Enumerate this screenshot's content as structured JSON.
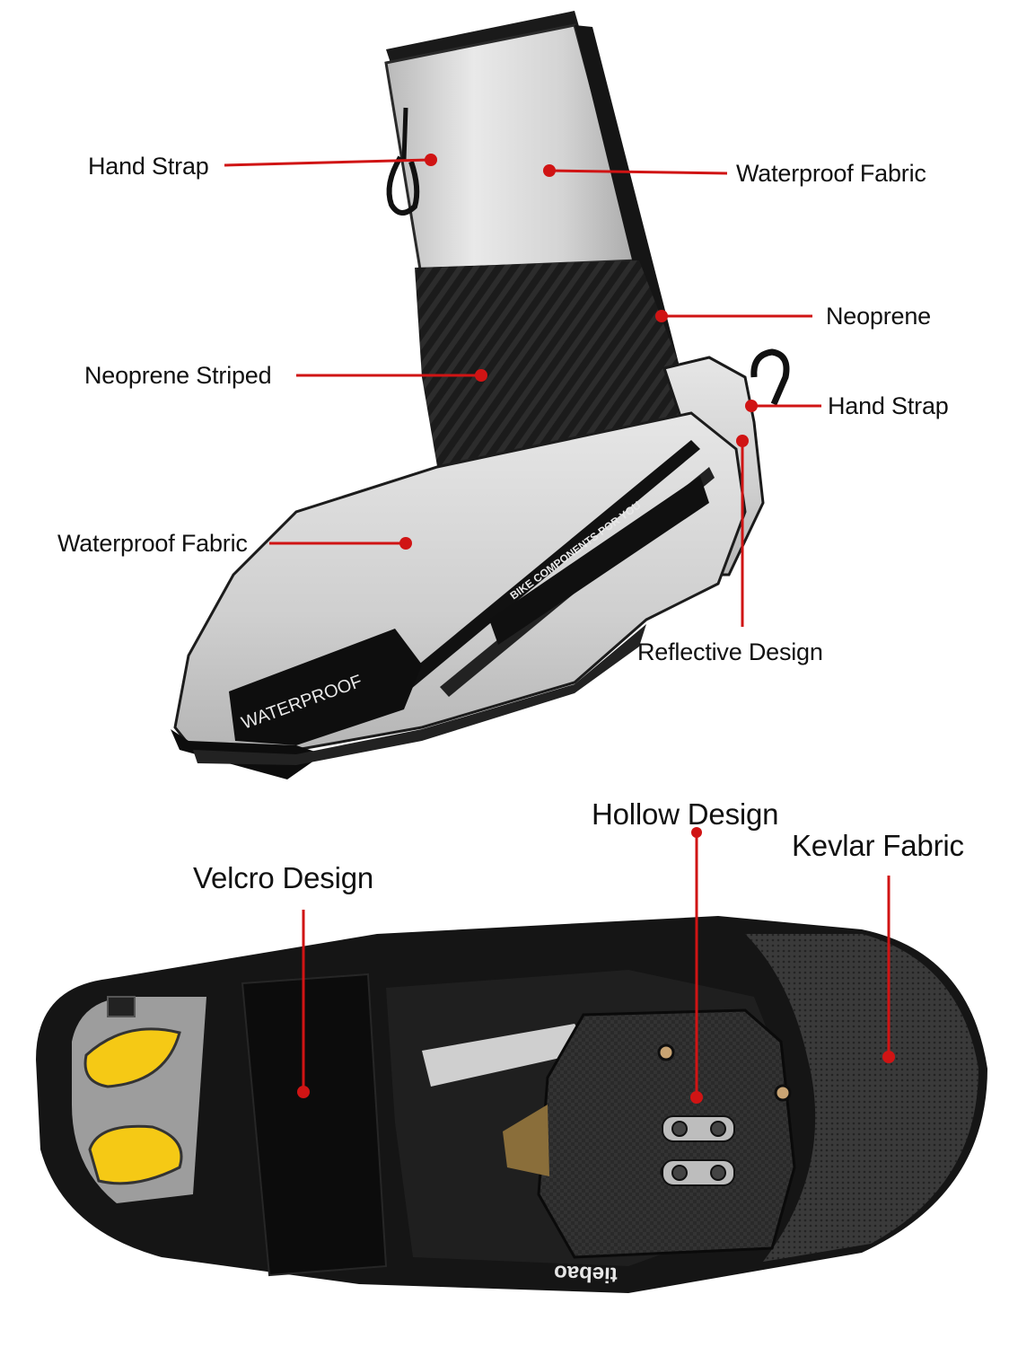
{
  "colors": {
    "callout": "#d01414",
    "label_text": "#111111",
    "background": "#ffffff"
  },
  "labels": {
    "hand_strap_top": "Hand Strap",
    "waterproof_fabric_top": "Waterproof Fabric",
    "neoprene": "Neoprene",
    "neoprene_striped": "Neoprene Striped",
    "hand_strap_heel": "Hand Strap",
    "waterproof_fabric_toe": "Waterproof Fabric",
    "reflective_design": "Reflective Design",
    "hollow_design": "Hollow Design",
    "kevlar_fabric": "Kevlar Fabric",
    "velcro_design": "Velcro Design"
  },
  "product_print": {
    "waterproof": "WATERPROOF",
    "bike_components": "BIKE COMPONENTS POR YOU",
    "brand": "tiebao"
  }
}
